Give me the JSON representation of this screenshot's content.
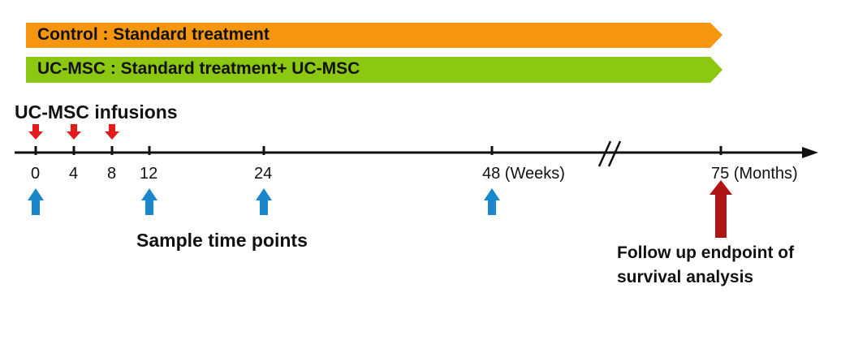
{
  "arms": {
    "control_label": "Control   : Standard treatment",
    "ucmsc_label": "UC-MSC : Standard treatment+ UC-MSC"
  },
  "infusions_label": "UC-MSC  infusions",
  "ticks": [
    "0",
    "4",
    "8",
    "12",
    "24",
    "48 (Weeks)",
    "75 (Months)"
  ],
  "sample_label": "Sample time points",
  "endpoint_label": {
    "line1": "Follow up endpoint of",
    "line2": "survival analysis"
  },
  "colors": {
    "control_band": "#f6960e",
    "ucmsc_band": "#8cc811",
    "infusion_arrow": "#e41b1b",
    "sample_arrow": "#1a87cc",
    "endpoint_arrow": "#b01515",
    "axis": "#111111"
  }
}
